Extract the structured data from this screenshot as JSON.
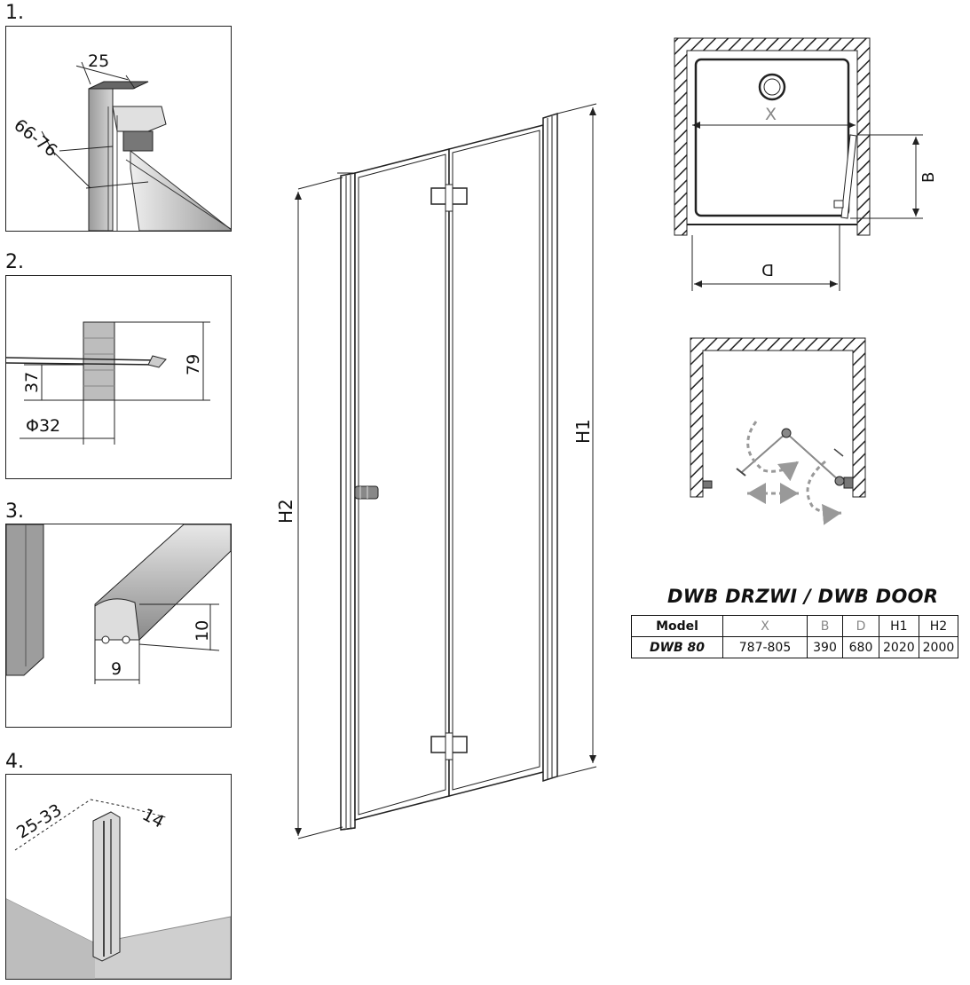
{
  "panels": [
    {
      "number": "1.",
      "dims": [
        "25",
        "66-76"
      ]
    },
    {
      "number": "2.",
      "dims": [
        "79",
        "37",
        "Φ32"
      ]
    },
    {
      "number": "3.",
      "dims": [
        "10",
        "9"
      ]
    },
    {
      "number": "4.",
      "dims": [
        "25-33",
        "14"
      ]
    }
  ],
  "door_labels": {
    "h1": "H1",
    "h2": "H2"
  },
  "plan_labels": {
    "x": "X",
    "b": "B",
    "d": "D"
  },
  "table": {
    "title": "DWB DRZWI / DWB DOOR",
    "headers": [
      "Model",
      "X",
      "B",
      "D",
      "H1",
      "H2"
    ],
    "rows": [
      [
        "DWB 80",
        "787-805",
        "390",
        "680",
        "2020",
        "2000"
      ]
    ]
  }
}
